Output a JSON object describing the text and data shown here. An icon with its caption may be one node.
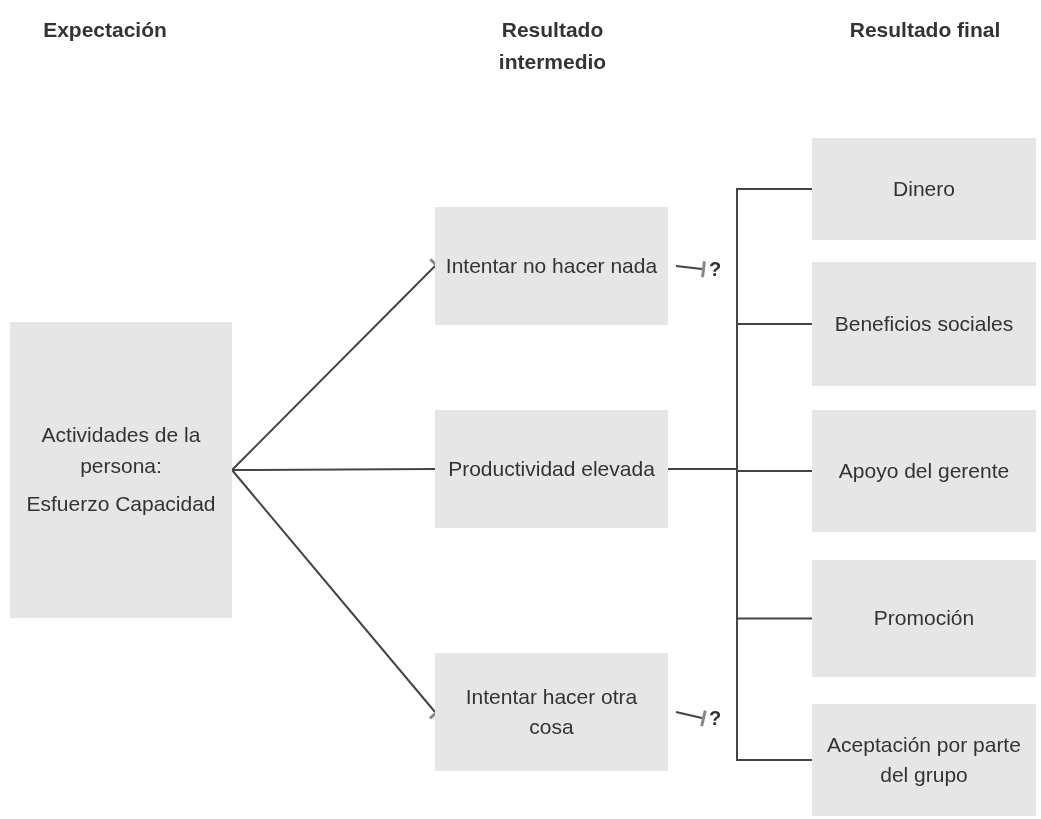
{
  "diagram": {
    "nodes": [
      {
        "text": [
          "Actividades de la persona:",
          "Esfuerzo Capacidad"
        ]
      },
      {
        "text": [
          "Intentar no hacer nada"
        ]
      },
      {
        "text": [
          "?"
        ]
      },
      {
        "text": [
          "Productividad elevada"
        ]
      },
      {
        "text": [
          "Intentar hacer otra cosa"
        ]
      },
      {
        "text": [
          "?"
        ]
      },
      {
        "text": [
          "Dinero"
        ]
      },
      {
        "text": [
          "Beneficios sociales"
        ]
      },
      {
        "text": [
          "Apoyo del gerente"
        ]
      },
      {
        "text": [
          "Promoción"
        ]
      },
      {
        "text": [
          "Aceptación por parte del grupo"
        ]
      }
    ],
    "edges": [
      {
        "from": 0,
        "to": 1,
        "arrow": "other"
      },
      {
        "from": 0,
        "to": 3,
        "arrow": "other"
      },
      {
        "from": 0,
        "to": 4,
        "arrow": "other"
      },
      {
        "from": 1,
        "to": 2,
        "arrow": "other"
      },
      {
        "from": 4,
        "to": 5,
        "arrow": "other"
      },
      {
        "from": 3,
        "to": 6,
        "arrow": "other"
      },
      {
        "from": 3,
        "to": 7,
        "arrow": "other"
      },
      {
        "from": 3,
        "to": 8,
        "arrow": "other"
      },
      {
        "from": 3,
        "to": 9,
        "arrow": "other"
      },
      {
        "from": 3,
        "to": 10,
        "arrow": "other"
      }
    ],
    "labels": [
      "Expectación",
      "Resultado intermedio",
      "Resultado final"
    ]
  }
}
